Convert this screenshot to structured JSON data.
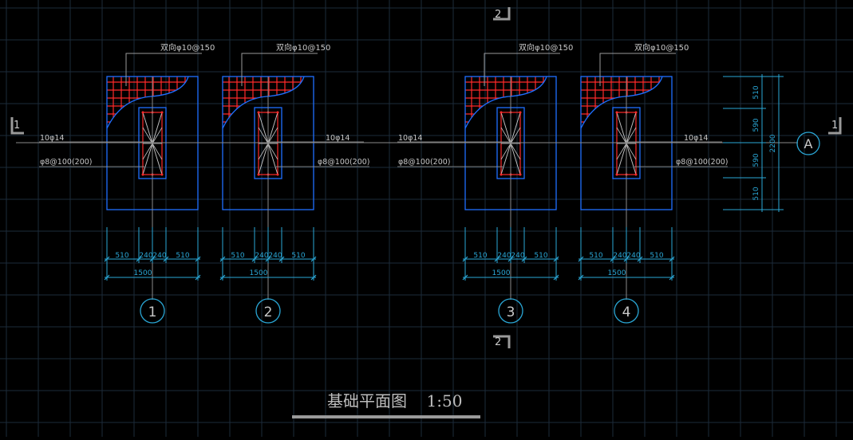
{
  "drawing": {
    "title": "基础平面图",
    "scale": "1:50",
    "section_marks": {
      "s1_left": "1",
      "s1_right": "1",
      "s2_top": "2",
      "s2_bottom": "2"
    },
    "axis_row": "A",
    "footings": [
      {
        "axis": "1",
        "rebar_note": "双向φ10@150",
        "bar_label": "10φ14",
        "stirrup_label": "φ8@100(200)",
        "dims": [
          "510",
          "240",
          "240",
          "510"
        ],
        "total": "1500"
      },
      {
        "axis": "2",
        "rebar_note": "双向φ10@150",
        "bar_label": "10φ14",
        "stirrup_label": "φ8@100(200)",
        "dims": [
          "510",
          "240",
          "240",
          "510"
        ],
        "total": "1500"
      },
      {
        "axis": "3",
        "rebar_note": "双向φ10@150",
        "bar_label": "10φ14",
        "stirrup_label": "φ8@100(200)",
        "dims": [
          "510",
          "240",
          "240",
          "510"
        ],
        "total": "1500"
      },
      {
        "axis": "4",
        "rebar_note": "双向φ10@150",
        "bar_label": "10φ14",
        "stirrup_label": "φ8@100(200)",
        "dims": [
          "510",
          "240",
          "240",
          "510"
        ],
        "total": "1500"
      }
    ],
    "right_dims": [
      "510",
      "590",
      "590",
      "510"
    ],
    "right_total": "2200",
    "colors": {
      "background": "#000000",
      "grid": "#1c2b3a",
      "outline": "#1e6fff",
      "dimension": "#2aa7d6",
      "rebar": "#ff2a2a",
      "text": "#c8c8c8"
    }
  }
}
